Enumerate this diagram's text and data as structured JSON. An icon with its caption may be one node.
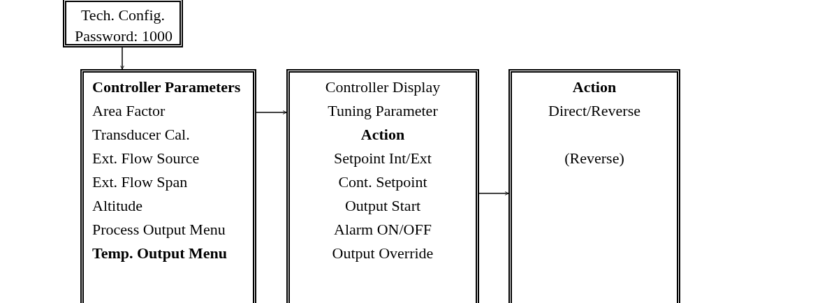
{
  "diagram": {
    "nodes": [
      {
        "text": [
          "Tech. Config.",
          "Password: 1000"
        ]
      },
      {
        "text": [
          "**Controller Parameters**",
          "Area Factor",
          "Transducer Cal.",
          "Ext. Flow Source",
          "Ext. Flow Span",
          "Altitude",
          "Process Output Menu",
          "**Temp. Output Menu**"
        ]
      },
      {
        "text": [
          "Controller Display",
          "Tuning Parameter",
          "**Action**",
          "Setpoint Int/Ext",
          "Cont. Setpoint",
          "Output Start",
          "Alarm ON/OFF",
          "Output Override"
        ]
      },
      {
        "text": [
          "**Action**",
          "Direct/Reverse",
          "(Reverse)"
        ]
      }
    ],
    "edges": [
      {
        "from": 0,
        "to": 1,
        "arrow": "to"
      },
      {
        "from": 1,
        "to": 2,
        "arrow": "to"
      },
      {
        "from": 2,
        "to": 3,
        "arrow": "to"
      }
    ]
  }
}
